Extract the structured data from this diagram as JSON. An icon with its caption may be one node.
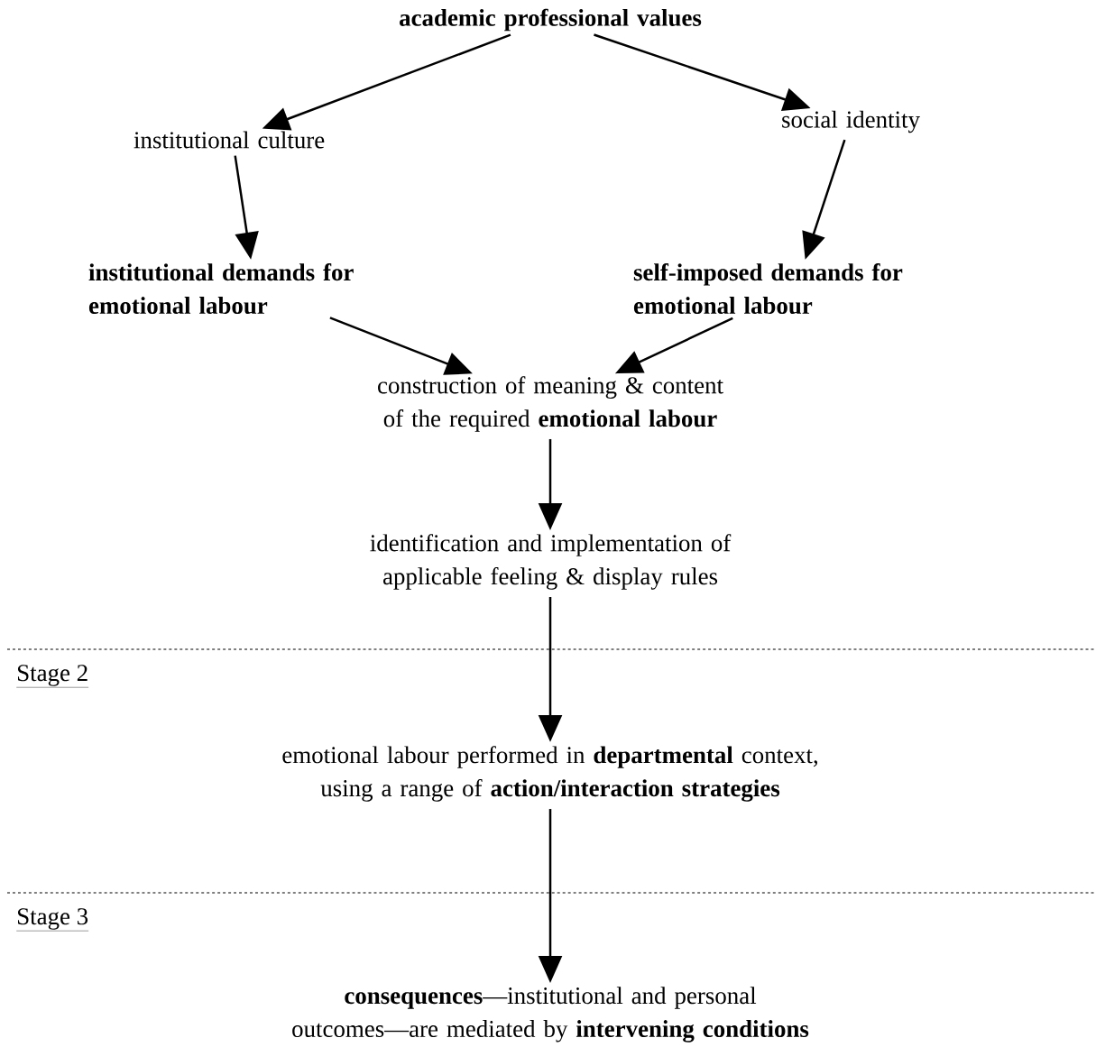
{
  "diagram": {
    "nodes": [
      {
        "text": [
          "academic professional values"
        ]
      },
      {
        "text": [
          "institutional culture"
        ]
      },
      {
        "text": [
          "social identity"
        ]
      },
      {
        "text": [
          "institutional demands for emotional labour"
        ]
      },
      {
        "text": [
          "self-imposed demands for emotional labour"
        ]
      },
      {
        "text": [
          "construction of meaning & content of the required **emotional labour**"
        ]
      },
      {
        "text": [
          "identification and implementation of applicable feeling & display rules"
        ]
      },
      {
        "text": [
          "emotional labour performed in **departmental** context, using a range of **action/interaction strategies**"
        ]
      },
      {
        "text": [
          "**consequences**—institutional and personal outcomes—are mediated by **intervening conditions**"
        ]
      }
    ],
    "edges": [
      {
        "from": 0,
        "to": 1,
        "arrow": "to"
      },
      {
        "from": 0,
        "to": 2,
        "arrow": "to"
      },
      {
        "from": 1,
        "to": 3,
        "arrow": "to"
      },
      {
        "from": 2,
        "to": 4,
        "arrow": "to"
      },
      {
        "from": 3,
        "to": 5,
        "arrow": "to"
      },
      {
        "from": 4,
        "to": 5,
        "arrow": "to"
      },
      {
        "from": 5,
        "to": 6,
        "arrow": "to"
      },
      {
        "from": 6,
        "to": 7,
        "arrow": "to"
      },
      {
        "from": 7,
        "to": 8,
        "arrow": "to"
      }
    ],
    "labels": [
      "Stage 2",
      "Stage 3"
    ]
  }
}
